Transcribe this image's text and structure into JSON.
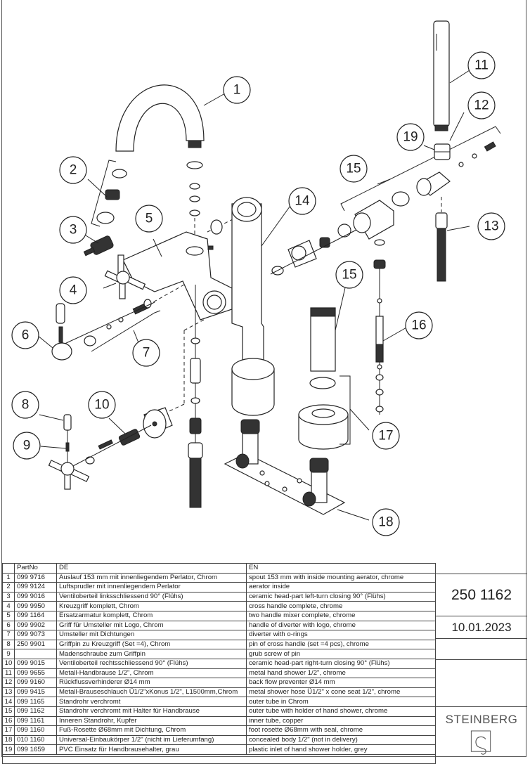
{
  "callouts": [
    "1",
    "2",
    "3",
    "4",
    "5",
    "6",
    "7",
    "8",
    "9",
    "10",
    "11",
    "12",
    "13",
    "14",
    "15",
    "15",
    "16",
    "17",
    "18",
    "19"
  ],
  "table": {
    "headers": {
      "pos": "",
      "part_no": "PartNo",
      "de": "DE",
      "en": "EN"
    },
    "rows": [
      {
        "pos": "1",
        "part_no": "099 9716",
        "de": "Auslauf 153 mm mit innenliegendem Perlator, Chrom",
        "en": "spout 153 mm with inside mounting aerator, chrome"
      },
      {
        "pos": "2",
        "part_no": "099 9124",
        "de": "Luftsprudler mit innenliegendem Perlator",
        "en": "aerator inside"
      },
      {
        "pos": "3",
        "part_no": "099 9016",
        "de": "Ventiloberteil linksschliessend 90° (Flühs)",
        "en": "ceramic head-part left-turn closing 90° (Flühs)"
      },
      {
        "pos": "4",
        "part_no": "099 9950",
        "de": "Kreuzgriff komplett, Chrom",
        "en": "cross handle complete, chrome"
      },
      {
        "pos": "5",
        "part_no": "099 1164",
        "de": "Ersatzarmatur komplett, Chrom",
        "en": "two handle mixer complete, chrome"
      },
      {
        "pos": "6",
        "part_no": "099 9902",
        "de": "Griff für Umsteller mit Logo, Chrom",
        "en": "handle of diverter with logo, chrome"
      },
      {
        "pos": "7",
        "part_no": "099 9073",
        "de": "Umsteller mit Dichtungen",
        "en": "diverter with o-rings"
      },
      {
        "pos": "8",
        "part_no": "250 9901",
        "de": "Griffpin zu Kreuzgriff (Set =4), Chrom",
        "en": "pin of cross handle (set =4 pcs), chrome"
      },
      {
        "pos": "9",
        "part_no": "",
        "de": "Madenschraube zum Griffpin",
        "en": "grub screw of pin"
      },
      {
        "pos": "10",
        "part_no": "099 9015",
        "de": "Ventiloberteil rechtsschliessend 90° (Flühs)",
        "en": "ceramic head-part right-turn closing 90° (Flühs)"
      },
      {
        "pos": "11",
        "part_no": "099 9655",
        "de": "Metall-Handbrause 1/2\", Chrom",
        "en": "metal hand shower 1/2\", chrome"
      },
      {
        "pos": "12",
        "part_no": "099 9160",
        "de": "Rückflussverhinderer Ø14 mm",
        "en": "back flow preventer Ø14 mm"
      },
      {
        "pos": "13",
        "part_no": "099 9415",
        "de": "Metall-Brauseschlauch Ü1/2\"xKonus 1/2\", L1500mm,Chrom",
        "en": "metal shower hose Ü1/2\" x cone seat 1/2\", chrome"
      },
      {
        "pos": "14",
        "part_no": "099 1165",
        "de": "Standrohr verchromt",
        "en": "outer tube in Chrom"
      },
      {
        "pos": "15",
        "part_no": "099 1162",
        "de": "Standrohr verchromt mit Halter für Handbrause",
        "en": "outer tube with holder of hand shower, chrome"
      },
      {
        "pos": "16",
        "part_no": "099 1161",
        "de": "Inneren Standrohr, Kupfer",
        "en": "inner tube, copper"
      },
      {
        "pos": "17",
        "part_no": "099 1160",
        "de": "Fuß-Rosette Ø68mm mit Dichtung, Chrom",
        "en": "foot rosette Ø68mm with seal, chrome"
      },
      {
        "pos": "18",
        "part_no": "010 1160",
        "de": "Universal-Einbaukörper 1/2\" (nicht im Lieferumfang)",
        "en": "concealed body 1/2\" (not in delivery)"
      },
      {
        "pos": "19",
        "part_no": "099 1659",
        "de": "PVC Einsatz für Handbrausehalter, grau",
        "en": "plastic inlet of hand shower holder, grey"
      }
    ]
  },
  "title_block": {
    "article_number": "250 1162",
    "date": "10.01.2023",
    "brand": "STEINBERG",
    "logo_icon": "steinberg-logo-icon"
  }
}
